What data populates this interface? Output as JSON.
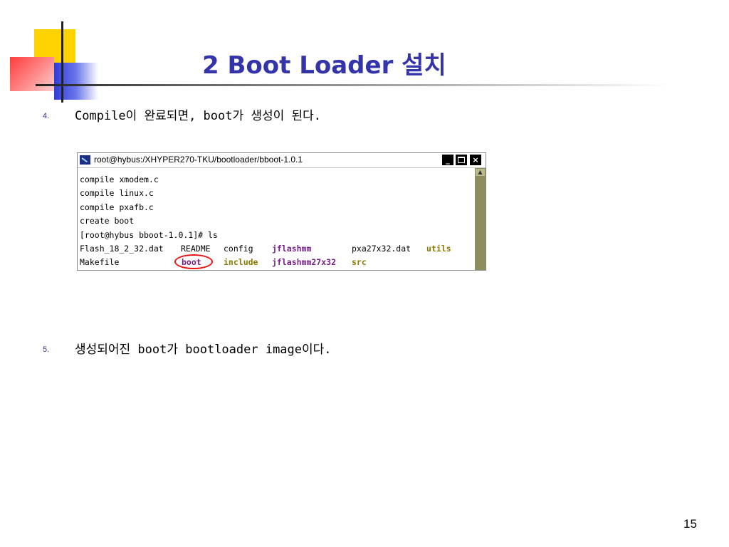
{
  "slide": {
    "title": "2 Boot Loader 설치",
    "items": [
      {
        "number": "4.",
        "text": "Compile이 완료되면, boot가 생성이 된다."
      },
      {
        "number": "5.",
        "text": "생성되어진 boot가 bootloader image이다."
      }
    ],
    "page_number": "15"
  },
  "terminal": {
    "window_title": "root@hybus:/XHYPER270-TKU/bootloader/bboot-1.0.1",
    "buttons": {
      "minimize": "_",
      "close": "×"
    },
    "lines": [
      "compile xmodem.c",
      "compile linux.c",
      "compile pxafb.c",
      "create boot",
      "[root@hybus bboot-1.0.1]# ls"
    ],
    "ls_rows": [
      [
        "Flash_18_2_32.dat",
        "README",
        "config",
        "jflashmm",
        "pxa27x32.dat",
        "utils"
      ],
      [
        "Makefile",
        "boot",
        "include",
        "jflashmm27x32",
        "src",
        ""
      ]
    ],
    "colors": {
      "directory": "#8a7a00",
      "executable": "#7a1f8c",
      "highlight_circle": "#ee1111"
    }
  }
}
